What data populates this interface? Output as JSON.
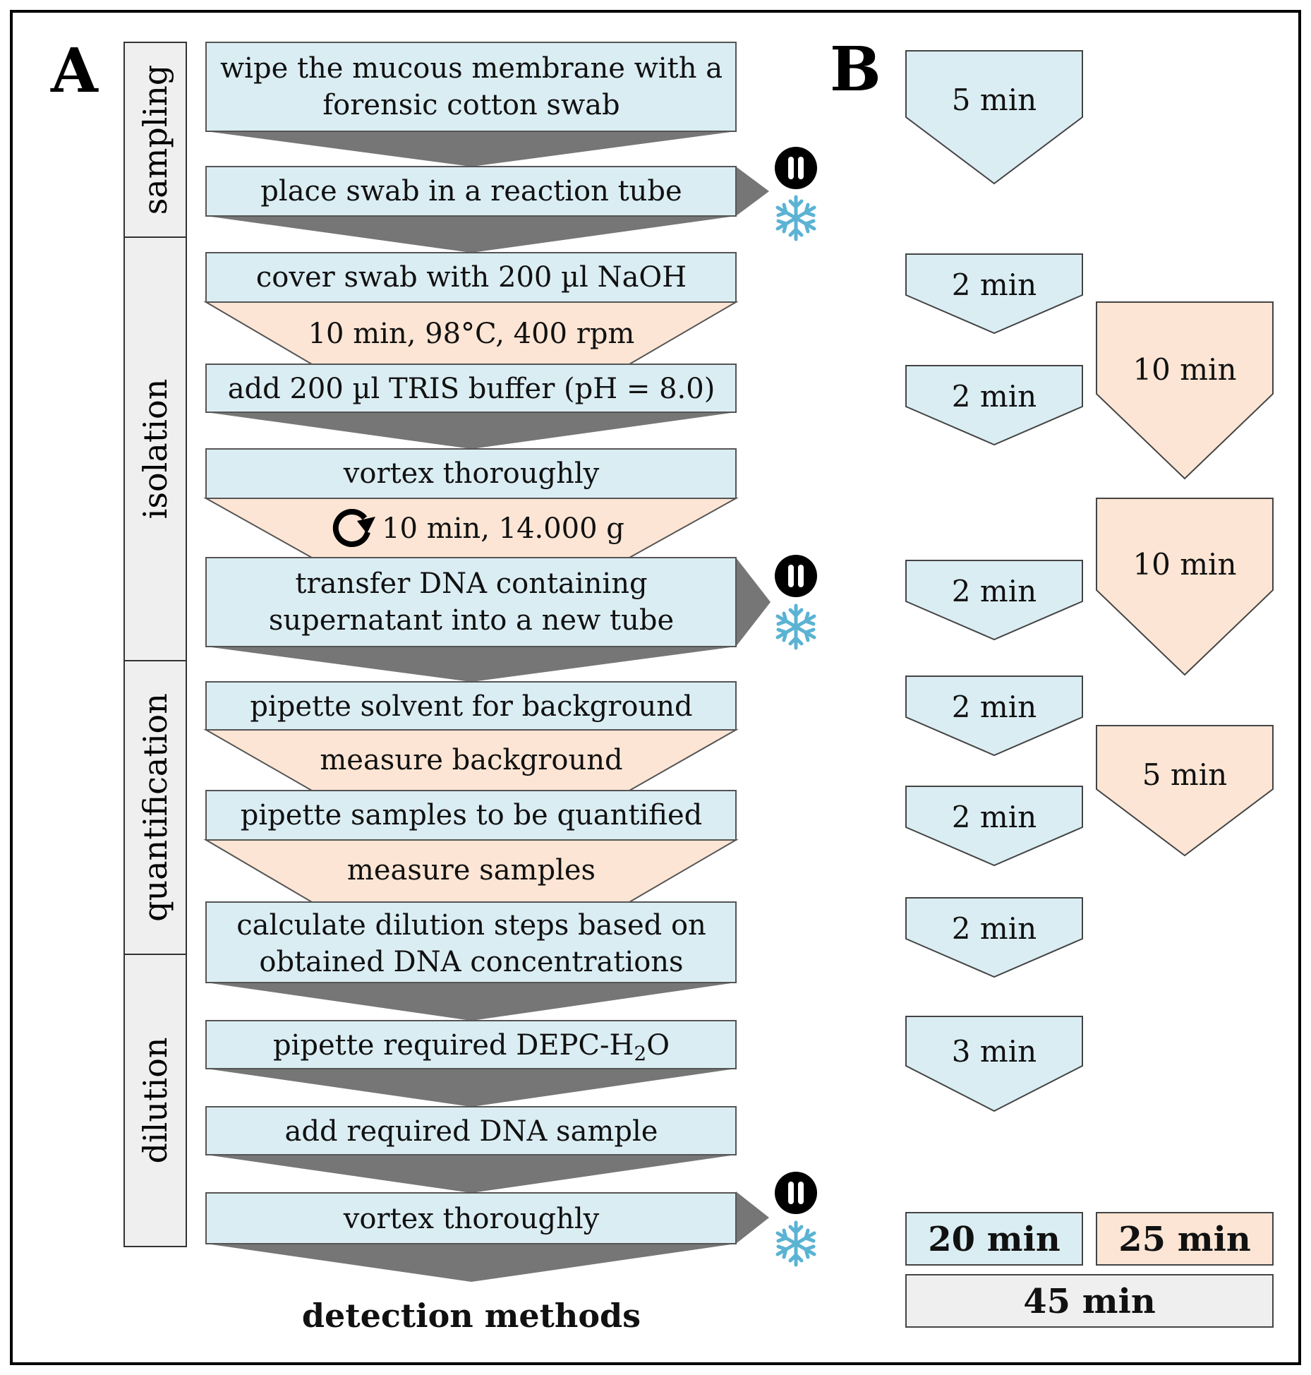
{
  "panel_a": {
    "label": "A",
    "phases": {
      "sampling": "sampling",
      "isolation": "isolation",
      "quantification": "quantification",
      "dilution": "dilution"
    },
    "steps": {
      "s1_line1": "wipe the mucous membrane with a",
      "s1_line2": "forensic cotton swab",
      "s2": "place swab in a reaction tube",
      "s3": "cover swab with 200 µl NaOH",
      "inc1": "10 min, 98°C, 400 rpm",
      "s4": "add 200 µl TRIS buffer (pH = 8.0)",
      "s5": "vortex thoroughly",
      "inc2": "10 min, 14.000 g",
      "s6_line1": "transfer DNA containing",
      "s6_line2": "supernatant into a new tube",
      "s7": "pipette solvent for background",
      "inc3": "measure background",
      "s8": "pipette samples to be quantified",
      "inc4": "measure samples",
      "s9_line1": "calculate dilution steps based on",
      "s9_line2": "obtained DNA concentrations",
      "s10_main": "pipette required DEPC-H",
      "s10_sub": "2",
      "s10_end": "O",
      "s11": "add required DNA sample",
      "s12": "vortex thoroughly"
    },
    "footer": "detection methods",
    "icons": [
      "pause-icon",
      "snowflake-icon",
      "centrifuge-rotate-icon"
    ]
  },
  "panel_b": {
    "label": "B",
    "hands_on_times": [
      "5 min",
      "2 min",
      "2 min",
      "2 min",
      "2 min",
      "2 min",
      "2 min",
      "3 min"
    ],
    "incubation_times": [
      "10 min",
      "10 min",
      "5 min"
    ],
    "totals": {
      "hands_on": "20 min",
      "incubation": "25 min",
      "overall": "45 min"
    }
  },
  "colors": {
    "step_blue": "#daedf3",
    "incubation_peach": "#fce5d4",
    "connector_grey": "#767676",
    "phase_grey": "#efefef",
    "snowflake_blue": "#5bb3d3"
  }
}
